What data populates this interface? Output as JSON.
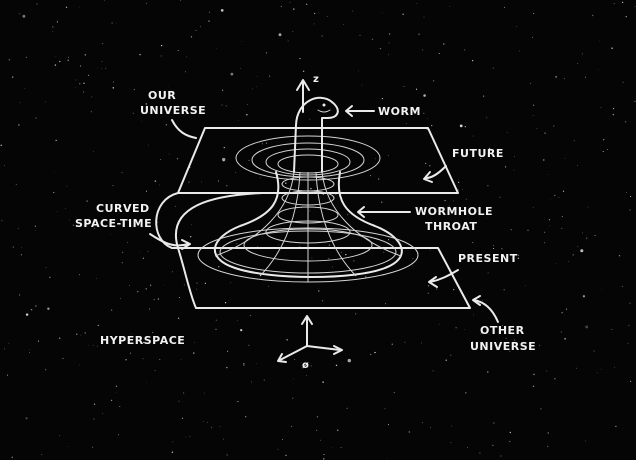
{
  "diagram": {
    "labels": {
      "our_universe": [
        "OUR",
        "UNIVERSE"
      ],
      "worm": "WORM",
      "future": "FUTURE",
      "curved_space_time": [
        "CURVED",
        "SPACE-TIME"
      ],
      "wormhole_throat": [
        "WORMHOLE",
        "THROAT"
      ],
      "present": "PRESENT",
      "hyperspace": "HYPERSPACE",
      "other_universe": [
        "OTHER",
        "UNIVERSE"
      ]
    },
    "axes": {
      "z": "z",
      "origin": "ø"
    },
    "colors": {
      "background": "#050505",
      "ink": "#eaeaea"
    }
  }
}
